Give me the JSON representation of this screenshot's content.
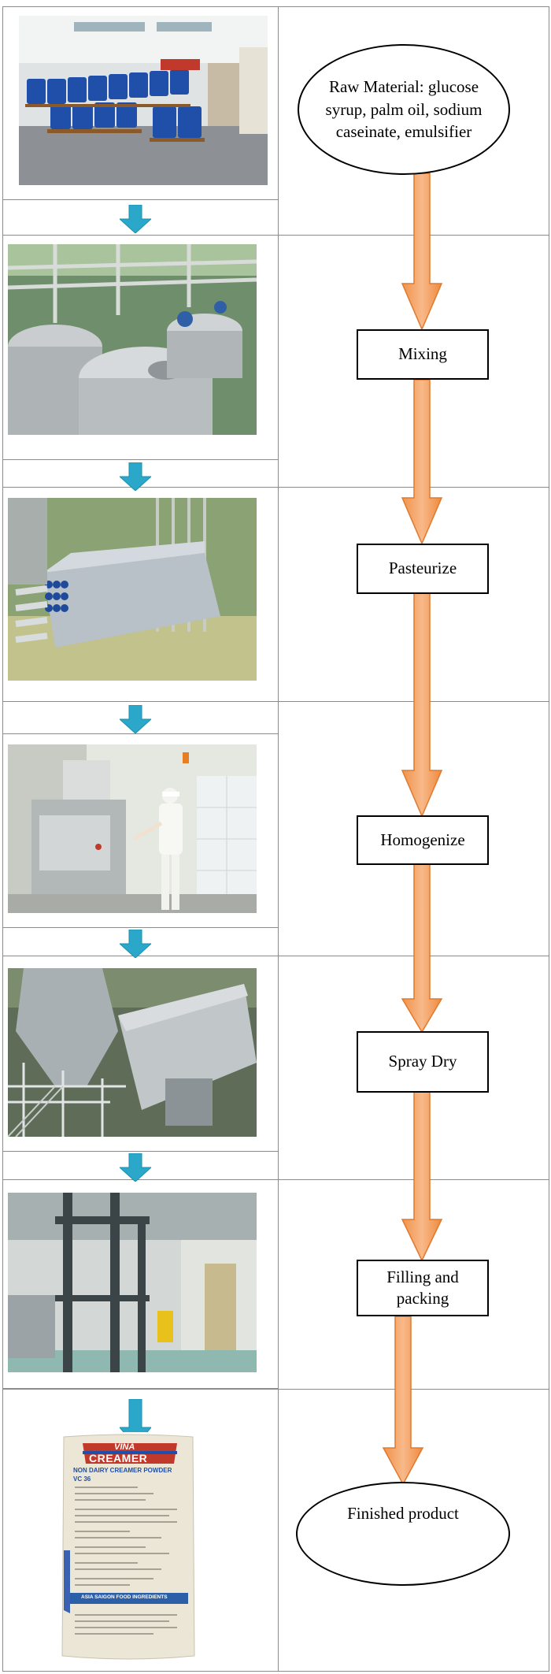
{
  "steps": {
    "raw_material": "Raw Material: glucose syrup, palm oil, sodium caseinate, emulsifier",
    "mixing": "Mixing",
    "pasteurize": "Pasteurize",
    "homogenize": "Homogenize",
    "spray_dry": "Spray Dry",
    "filling_packing": "Filling and packing",
    "finished_product": "Finished product"
  },
  "product_bag": {
    "brand_top": "VINA",
    "brand_main": "CREAMER",
    "product_name": "NON DAIRY CREAMER POWDER",
    "product_code": "VC 36",
    "manufacturer": "ASIA SAIGON FOOD INGREDIENTS"
  },
  "colors": {
    "flow_arrow": "#f6a15c",
    "flow_arrow_edge": "#e07a2e",
    "photo_arrow": "#2aa7c9",
    "grid_line": "#8c8c8c"
  },
  "icons": {
    "photo_step_arrow": "down-arrow-icon",
    "flow_arrow": "down-arrow-icon"
  }
}
